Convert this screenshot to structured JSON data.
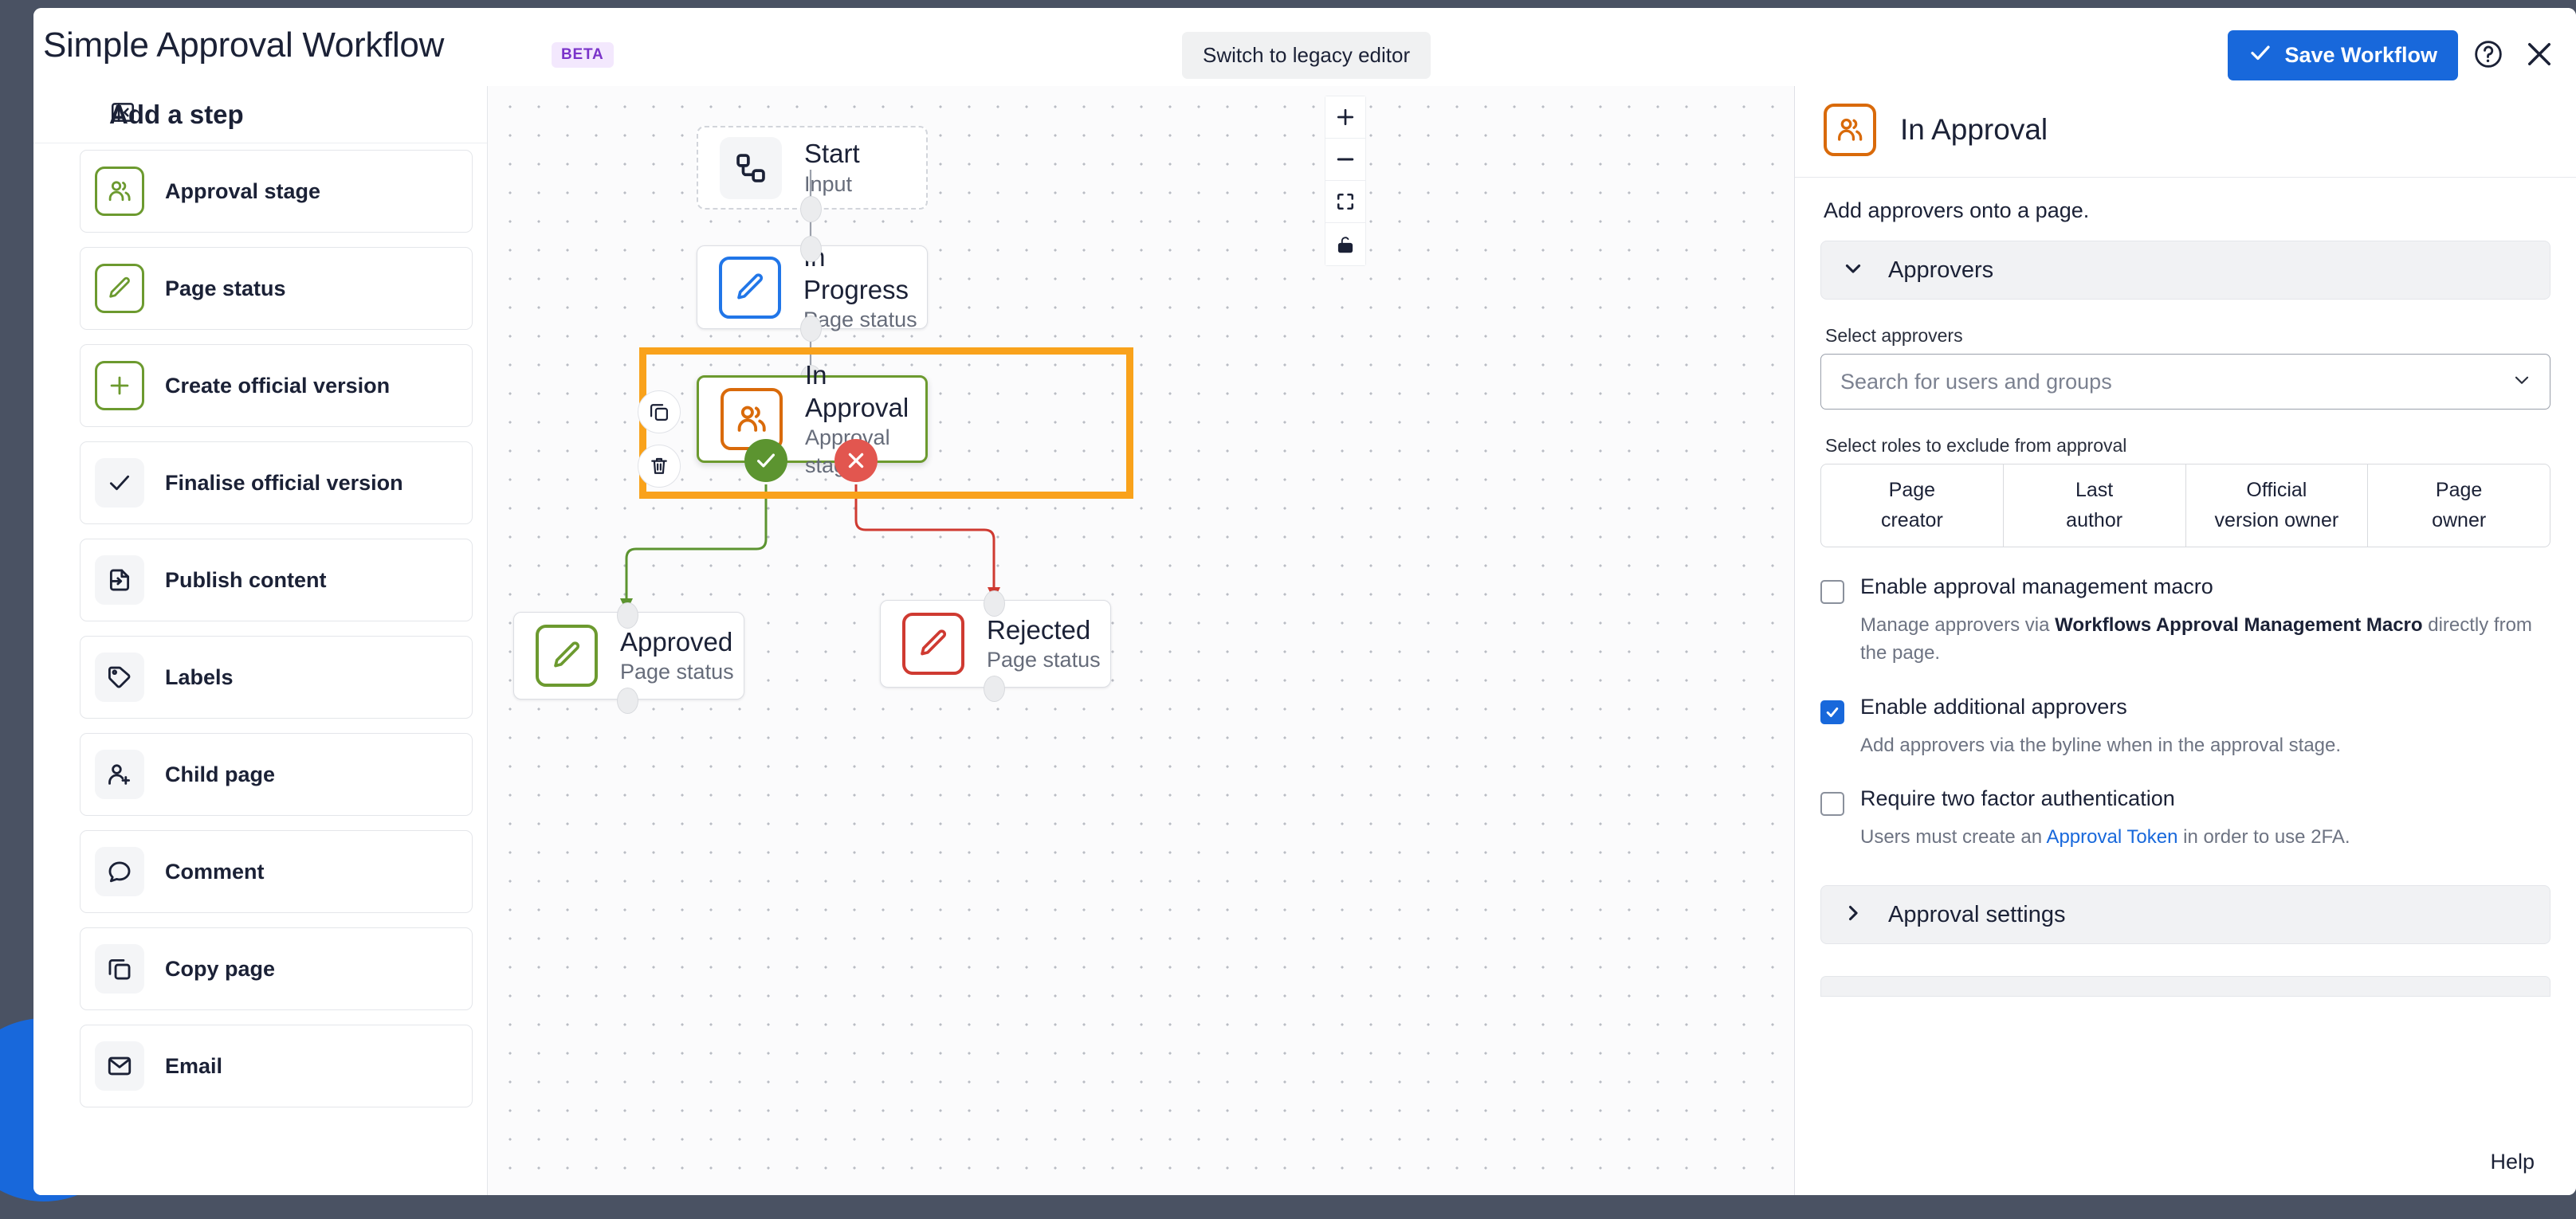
{
  "header": {
    "title": "Simple Approval Workflow",
    "beta_badge": "BETA",
    "legacy_button": "Switch to legacy editor",
    "save_button": "Save Workflow",
    "help_icon": "question-circle-icon",
    "close_icon": "close-icon"
  },
  "sidebar": {
    "title": "Add a step",
    "collapse_icon": "collapse-panel-icon",
    "items": [
      {
        "label": "Approval stage",
        "icon": "users-icon",
        "icon_style": "green"
      },
      {
        "label": "Page status",
        "icon": "pencil-icon",
        "icon_style": "green"
      },
      {
        "label": "Create official version",
        "icon": "plus-icon",
        "icon_style": "green"
      },
      {
        "label": "Finalise official version",
        "icon": "check-icon",
        "icon_style": "grey"
      },
      {
        "label": "Publish content",
        "icon": "publish-icon",
        "icon_style": "grey"
      },
      {
        "label": "Labels",
        "icon": "tag-icon",
        "icon_style": "grey"
      },
      {
        "label": "Child page",
        "icon": "user-plus-icon",
        "icon_style": "grey"
      },
      {
        "label": "Comment",
        "icon": "comment-icon",
        "icon_style": "grey"
      },
      {
        "label": "Copy page",
        "icon": "copy-icon",
        "icon_style": "grey"
      },
      {
        "label": "Email",
        "icon": "envelope-icon",
        "icon_style": "grey"
      }
    ]
  },
  "canvas": {
    "controls": [
      {
        "name": "zoom-in-button",
        "icon": "plus-icon"
      },
      {
        "name": "zoom-out-button",
        "icon": "minus-icon"
      },
      {
        "name": "fit-view-button",
        "icon": "fit-view-icon"
      },
      {
        "name": "lock-button",
        "icon": "lock-icon"
      }
    ],
    "nodes": [
      {
        "id": "start",
        "title": "Start",
        "subtitle": "Input",
        "icon": "nodes-icon",
        "accent": "grey"
      },
      {
        "id": "in-progress",
        "title": "In Progress",
        "subtitle": "Page status",
        "icon": "pencil-icon",
        "accent": "blue"
      },
      {
        "id": "in-approval",
        "title": "In Approval",
        "subtitle": "Approval stage",
        "icon": "users-icon",
        "accent": "orange",
        "selected": true
      },
      {
        "id": "approved",
        "title": "Approved",
        "subtitle": "Page status",
        "icon": "pencil-icon",
        "accent": "green"
      },
      {
        "id": "rejected",
        "title": "Rejected",
        "subtitle": "Page status",
        "icon": "pencil-icon",
        "accent": "red"
      }
    ],
    "node_actions": [
      {
        "name": "duplicate-node-button",
        "icon": "copy-icon"
      },
      {
        "name": "delete-node-button",
        "icon": "trash-icon"
      }
    ],
    "branch_badges": [
      {
        "name": "approve-branch-badge",
        "glyph": "✓",
        "style": "approve"
      },
      {
        "name": "reject-branch-badge",
        "glyph": "✕",
        "style": "reject"
      }
    ],
    "annotation_arrow_color": "#f9a21b",
    "selection_color": "#f9a21b"
  },
  "right_panel": {
    "title": "In Approval",
    "icon": "users-icon",
    "description": "Add approvers onto a page.",
    "approvers_accordion": {
      "label": "Approvers",
      "expanded": true,
      "chevron": "chevron-down-icon"
    },
    "select_approvers": {
      "label": "Select approvers",
      "placeholder": "Search for users and groups",
      "chevron": "chevron-down-icon"
    },
    "roles": {
      "label": "Select roles to exclude from approval",
      "cells": [
        "Page\ncreator",
        "Last\nauthor",
        "Official\nversion owner",
        "Page\nowner"
      ]
    },
    "checkboxes": [
      {
        "label": "Enable approval management macro",
        "checked": false,
        "help_prefix": "Manage approvers via ",
        "help_bold": "Workflows Approval Management Macro",
        "help_suffix": " directly from the page."
      },
      {
        "label": "Enable additional approvers",
        "checked": true,
        "help_prefix": "Add approvers via the byline when in the approval stage.",
        "help_bold": "",
        "help_suffix": ""
      },
      {
        "label": "Require two factor authentication",
        "checked": false,
        "help_prefix": "Users must create an ",
        "help_link": "Approval Token",
        "help_suffix": " in order to use 2FA."
      }
    ],
    "approval_settings_accordion": {
      "label": "Approval settings",
      "expanded": false,
      "chevron": "chevron-right-icon"
    },
    "help_link": "Help"
  },
  "colors": {
    "brand_blue": "#1868db",
    "orange": "#f9a21b",
    "node_orange": "#d96a0a",
    "green": "#6c9a2f",
    "red": "#cf3a31",
    "beta_purple": "#7a33c9"
  }
}
